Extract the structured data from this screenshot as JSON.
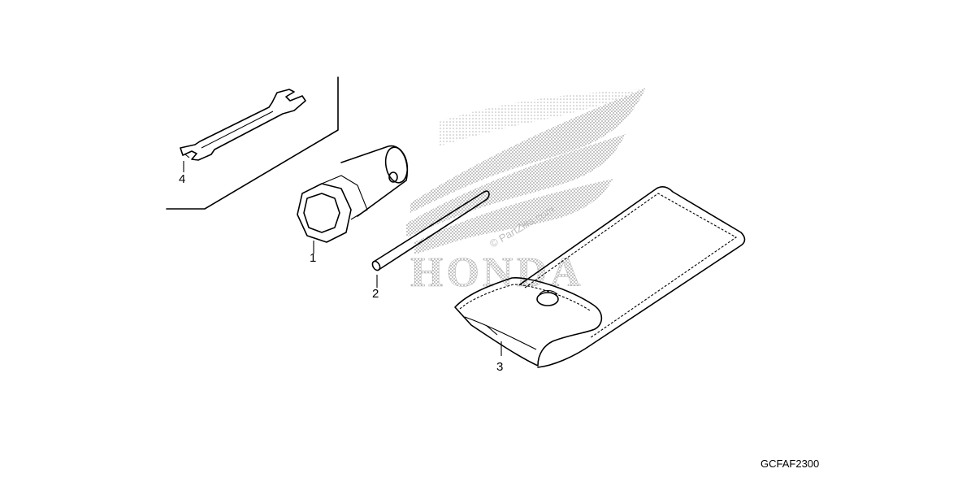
{
  "watermark": {
    "brand_text": "HONDA",
    "site_text": "© PartZilla.com"
  },
  "callouts": [
    {
      "id": "socket-wrench",
      "label": "1"
    },
    {
      "id": "handle-bar",
      "label": "2"
    },
    {
      "id": "tool-bag",
      "label": "3"
    },
    {
      "id": "open-end-wrench",
      "label": "4"
    }
  ],
  "reference_code": "GCFAF2300"
}
